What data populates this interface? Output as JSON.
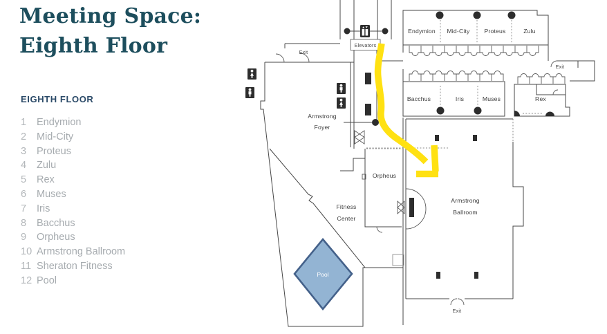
{
  "page": {
    "title_line1": "Meeting Space:",
    "title_line2": "Eighth Floor"
  },
  "legend": {
    "heading": "EIGHTH FLOOR",
    "items": [
      {
        "num": "1",
        "name": "Endymion"
      },
      {
        "num": "2",
        "name": "Mid-City"
      },
      {
        "num": "3",
        "name": "Proteus"
      },
      {
        "num": "4",
        "name": "Zulu"
      },
      {
        "num": "5",
        "name": "Rex"
      },
      {
        "num": "6",
        "name": "Muses"
      },
      {
        "num": "7",
        "name": "Iris"
      },
      {
        "num": "8",
        "name": "Bacchus"
      },
      {
        "num": "9",
        "name": "Orpheus"
      },
      {
        "num": "10",
        "name": "Armstrong Ballroom"
      },
      {
        "num": "11",
        "name": "Sheraton Fitness"
      },
      {
        "num": "12",
        "name": "Pool"
      }
    ]
  },
  "map": {
    "labels": {
      "elevators": "Elevators",
      "exit_top": "Exit",
      "exit_right": "Exit",
      "exit_bottom": "Exit",
      "endymion": "Endymion",
      "mid_city": "Mid-City",
      "proteus": "Proteus",
      "zulu": "Zulu",
      "bacchus": "Bacchus",
      "iris": "Iris",
      "muses": "Muses",
      "rex": "Rex",
      "orpheus": "Orpheus",
      "armstrong_foyer_line1": "Armstrong",
      "armstrong_foyer_line2": "Foyer",
      "fitness_line1": "Fitness",
      "fitness_line2": "Center",
      "armstrong_ballroom_line1": "Armstrong",
      "armstrong_ballroom_line2": "Ballroom",
      "pool": "Pool"
    },
    "colors": {
      "route_arrow": "#FFE112",
      "pool_fill": "#93B4D3",
      "pool_stroke": "#44618A",
      "title_text": "#1D4E5D",
      "legend_heading": "#2B4A68",
      "legend_text": "#A6ABAF",
      "wall_line": "#474747",
      "marker_black": "#2d2d2d"
    }
  }
}
